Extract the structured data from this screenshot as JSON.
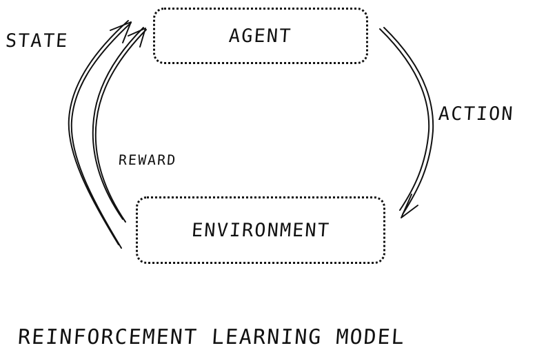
{
  "diagram": {
    "caption": "REINFORCEMENT LEARNING MODEL",
    "nodes": {
      "agent": "AGENT",
      "environment": "ENVIRONMENT"
    },
    "edges": {
      "action": "ACTION",
      "state": "STATE",
      "reward": "REWARD"
    }
  },
  "colors": {
    "ink": "#111111",
    "background": "#ffffff"
  }
}
